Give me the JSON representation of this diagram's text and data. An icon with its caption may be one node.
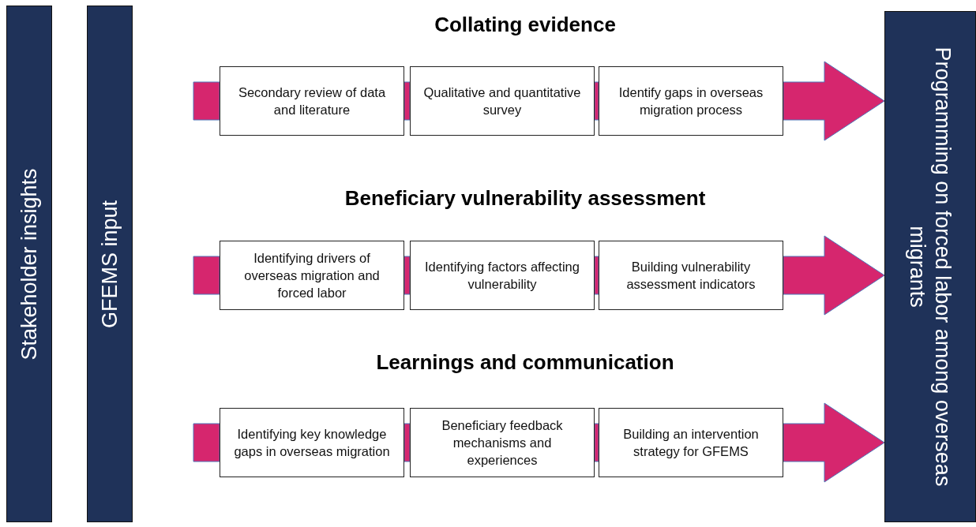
{
  "diagram": {
    "nodes": [
      {
        "text": [
          "Stakeholder insights"
        ]
      },
      {
        "text": [
          "GFEMS input"
        ]
      },
      {
        "text": [
          "Secondary review of data and literature"
        ]
      },
      {
        "text": [
          "Qualitative and quantitative survey"
        ]
      },
      {
        "text": [
          "Identify gaps in overseas migration process"
        ]
      },
      {
        "text": [
          "Identifying drivers of overseas migration and forced labor"
        ]
      },
      {
        "text": [
          "Identifying factors affecting vulnerability"
        ]
      },
      {
        "text": [
          "Building vulnerability assessment indicators"
        ]
      },
      {
        "text": [
          "Identifying key knowledge gaps in overseas migration"
        ]
      },
      {
        "text": [
          "Beneficiary feedback mechanisms and experiences"
        ]
      },
      {
        "text": [
          "Building an intervention strategy for GFEMS"
        ]
      },
      {
        "text": [
          "Programming on forced labor among overseas migrants"
        ]
      }
    ],
    "edges": [
      {
        "from": null,
        "to": 2,
        "arrow": "none"
      },
      {
        "from": 2,
        "to": 3,
        "arrow": "none"
      },
      {
        "from": 3,
        "to": 4,
        "arrow": "none"
      },
      {
        "from": 4,
        "to": 11,
        "arrow": "to"
      },
      {
        "from": null,
        "to": 5,
        "arrow": "none"
      },
      {
        "from": 5,
        "to": 6,
        "arrow": "none"
      },
      {
        "from": 6,
        "to": 7,
        "arrow": "none"
      },
      {
        "from": 7,
        "to": 11,
        "arrow": "to"
      },
      {
        "from": null,
        "to": 8,
        "arrow": "none"
      },
      {
        "from": 8,
        "to": 9,
        "arrow": "none"
      },
      {
        "from": 9,
        "to": 10,
        "arrow": "none"
      },
      {
        "from": 10,
        "to": 11,
        "arrow": "to"
      }
    ],
    "labels": [
      "Collating evidence",
      "Beneficiary vulnerability assessment",
      "Learnings and communication"
    ]
  }
}
